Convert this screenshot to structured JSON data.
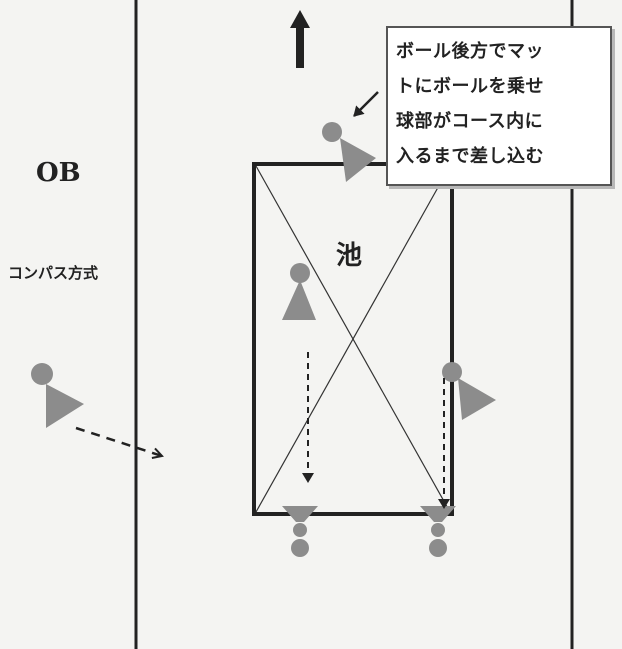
{
  "labels": {
    "ob": "OB",
    "method": "コンパス方式",
    "pond": "池"
  },
  "callout": {
    "lines": [
      "ボール後方でマッ",
      "トにボールを乗せ",
      "球部がコース内に",
      "入るまで差し込む"
    ]
  },
  "colors": {
    "background": "#f4f4f2",
    "line": "#222222",
    "figure": "#8c8c8c"
  },
  "icons": [
    "up-arrow-icon",
    "person-marker-icon",
    "dashed-arrow-icon",
    "callout-pointer-icon"
  ]
}
